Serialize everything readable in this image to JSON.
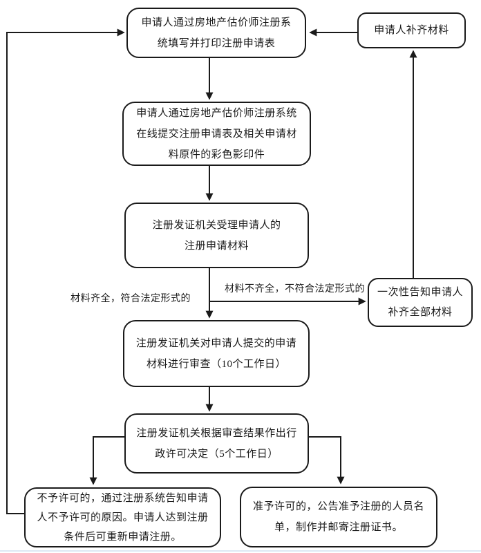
{
  "colors": {
    "line": "#1a1a1a",
    "text": "#1a1a1a",
    "background": "#ffffff",
    "bottom_divider": "#dde8f4"
  },
  "flowchart": {
    "nodes": [
      {
        "id": "fill-print-form",
        "lines": [
          "申请人通过房地产估价师注册系",
          "统填写并打印注册申请表"
        ]
      },
      {
        "id": "submit-online",
        "lines": [
          "申请人通过房地产估价师注册系统",
          "在线提交注册申请表及相关申请材",
          "料原件的彩色影印件"
        ]
      },
      {
        "id": "accept-materials",
        "lines": [
          "注册发证机关受理申请人的",
          "注册申请材料"
        ]
      },
      {
        "id": "review-materials",
        "lines": [
          "注册发证机关对申请人提交的申请",
          "材料进行审查（10个工作日）"
        ]
      },
      {
        "id": "license-decision",
        "lines": [
          "注册发证机关根据审查结果作出行",
          "政许可决定（5个工作日）"
        ]
      },
      {
        "id": "not-approved",
        "lines": [
          "不予许可的，通过注册系统告知申请",
          "人不予许可的原因。申请人达到注册",
          "条件后可重新申请注册。"
        ]
      },
      {
        "id": "approved",
        "lines": [
          "准予许可的，公告准予注册的人员名",
          "单，制作并邮寄注册证书。"
        ]
      },
      {
        "id": "supplement-materials",
        "lines": [
          "申请人补齐材料"
        ]
      },
      {
        "id": "notify-supplement",
        "lines": [
          "一次性告知申请人",
          "补齐全部材料"
        ]
      }
    ],
    "edge_labels": [
      {
        "id": "materials-complete",
        "text": "材料齐全，符合法定形式的"
      },
      {
        "id": "materials-incomplete",
        "text": "材料不齐全，不符合法定形式的"
      }
    ]
  }
}
